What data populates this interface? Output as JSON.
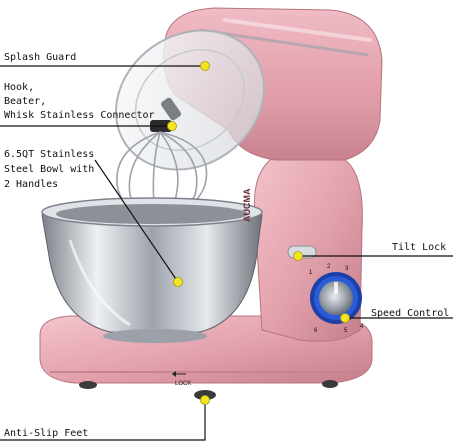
{
  "product": {
    "brand": "AUCMA",
    "lock_marking": "LOCK",
    "dial_numbers": [
      "1",
      "2",
      "3",
      "4",
      "5",
      "6"
    ]
  },
  "callouts": {
    "splash_guard": "Splash Guard",
    "attachments": [
      "Hook,",
      "Beater,",
      "Whisk Stainless Connector"
    ],
    "bowl": [
      "6.5QT Stainless",
      "Steel Bowl with",
      "2 Handles"
    ],
    "tilt_lock": "Tilt Lock",
    "speed_control": "Speed Control",
    "anti_slip": "Anti-Slip Feet"
  },
  "colors": {
    "body_pink": "#e4a3ae",
    "body_shadow": "#c9808d",
    "steel": "#c9ccd2",
    "dial_blue": "#2a5bd8",
    "marker_yellow": "#f2e422"
  }
}
